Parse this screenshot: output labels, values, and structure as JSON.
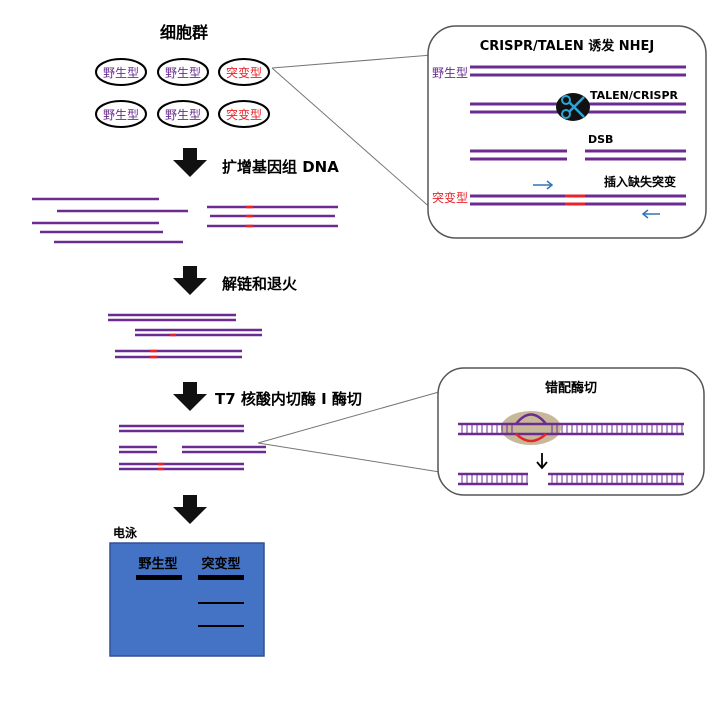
{
  "title": "细胞群",
  "cells": {
    "wild_label": "野生型",
    "mutant_label": "突变型",
    "row1": [
      "wild",
      "wild",
      "mutant"
    ],
    "row2": [
      "wild",
      "wild",
      "mutant"
    ]
  },
  "steps": [
    "扩增基因组 DNA",
    "解链和退火",
    "T7 核酸内切酶 I 酶切"
  ],
  "inset_top": {
    "title": "CRISPR/TALEN 诱发 NHEJ",
    "wild_label": "野生型",
    "enzyme_label": "TALEN/CRISPR",
    "dsb_label": "DSB",
    "indel_label": "插入缺失突变",
    "mutant_label": "突变型"
  },
  "inset_bottom": {
    "title": "错配酶切"
  },
  "gel": {
    "title": "电泳",
    "lane1": "野生型",
    "lane2": "突变型"
  },
  "colors": {
    "strand": "#6a2c91",
    "mutation": "#e8232a",
    "gel": "#4472c4",
    "arrow_blue": "#2e75b6",
    "knot": "#c8b89a",
    "scissor": "#2ea3d6"
  }
}
